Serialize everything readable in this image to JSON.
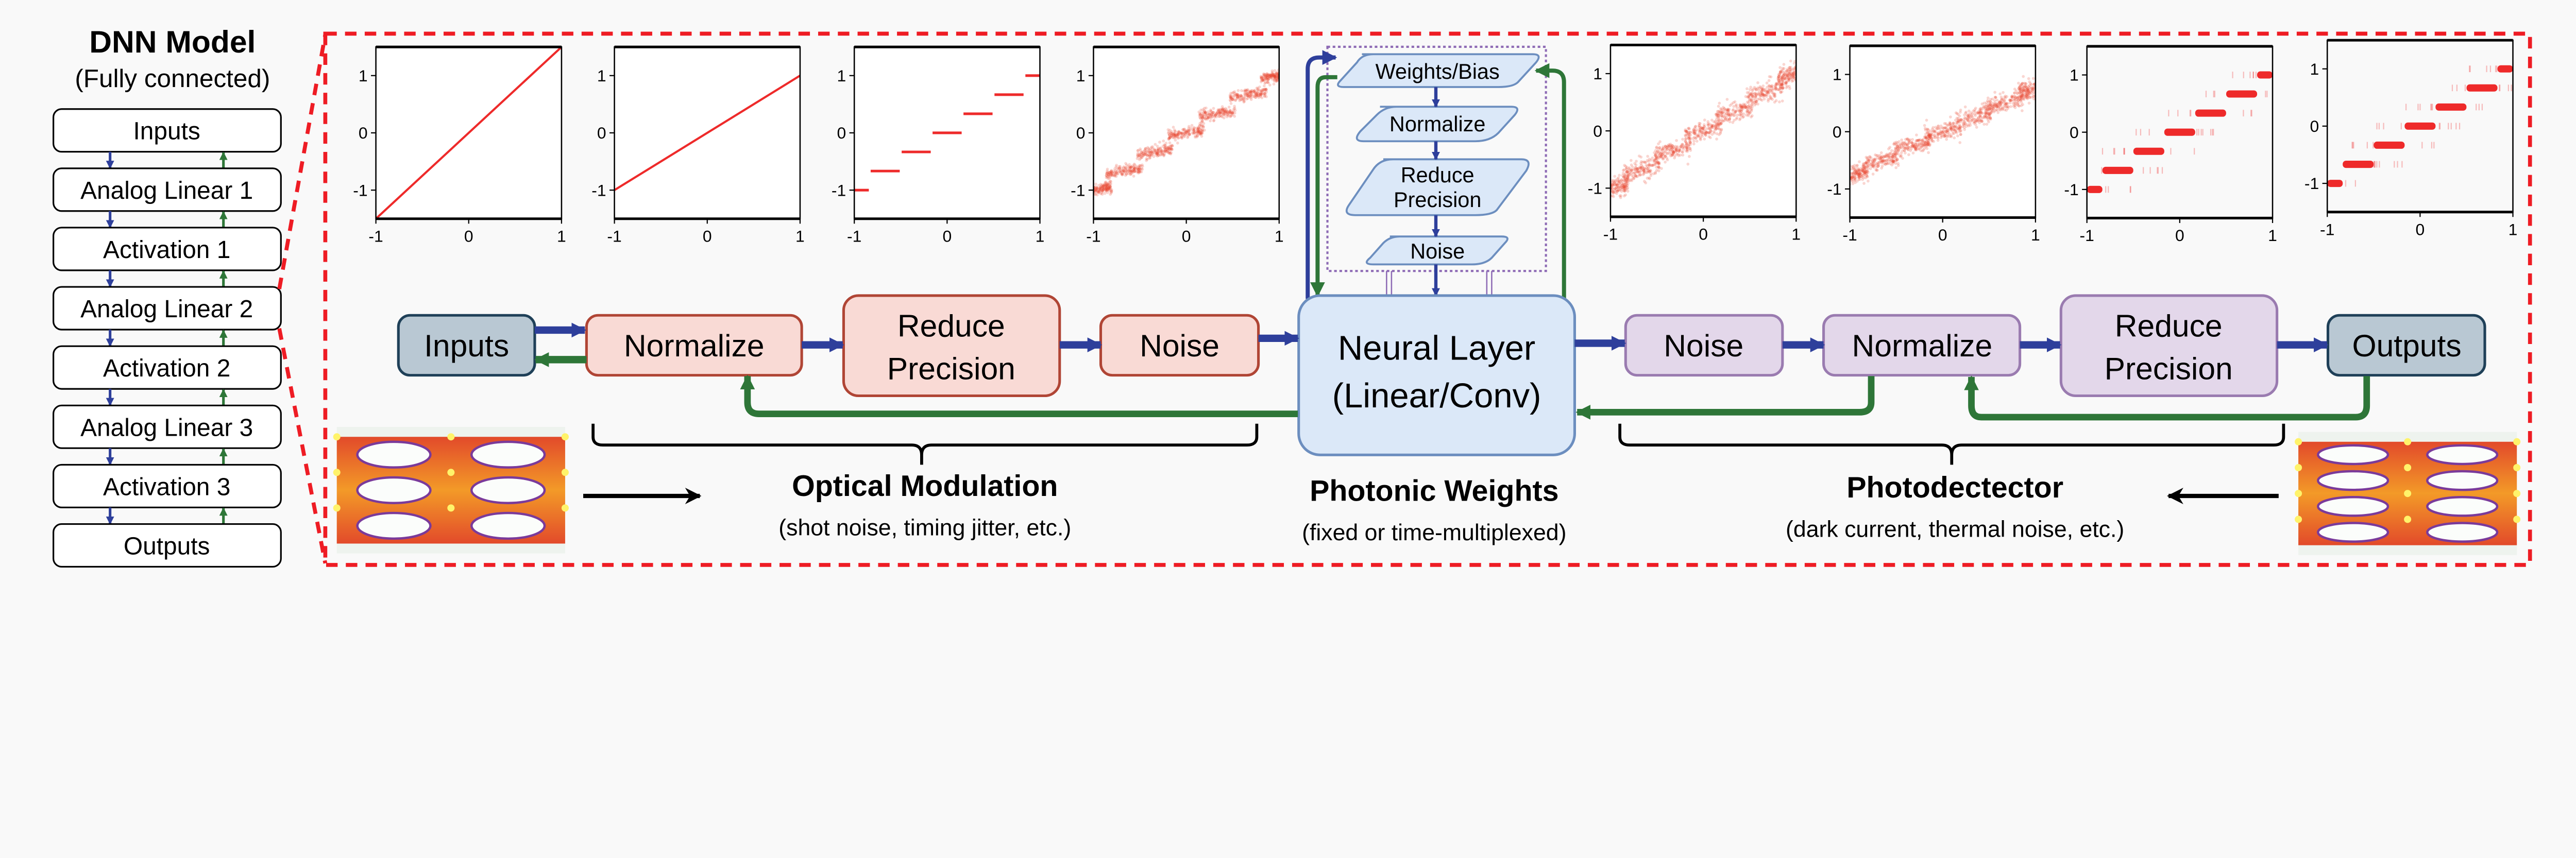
{
  "dnn_model": {
    "title": "DNN Model",
    "subtitle": "(Fully connected)",
    "layers": [
      "Inputs",
      "Analog Linear 1",
      "Activation 1",
      "Analog Linear 2",
      "Activation 2",
      "Analog Linear 3",
      "Activation 3",
      "Outputs"
    ]
  },
  "pipeline": {
    "inputs": "Inputs",
    "mod_normalize": "Normalize",
    "mod_reduce": [
      "Reduce",
      "Precision"
    ],
    "mod_noise": "Noise",
    "neural_layer": [
      "Neural Layer",
      "(Linear/Conv)"
    ],
    "pd_noise": "Noise",
    "pd_normalize": "Normalize",
    "pd_reduce": [
      "Reduce",
      "Precision"
    ],
    "outputs": "Outputs"
  },
  "weights_block": {
    "weights_bias": "Weights/Bias",
    "normalize": "Normalize",
    "reduce": [
      "Reduce",
      "Precision"
    ],
    "noise": "Noise"
  },
  "sections": [
    {
      "title": "Optical Modulation",
      "subtitle": "(shot noise, timing jitter, etc.)"
    },
    {
      "title": "Photonic Weights",
      "subtitle": "(fixed or time-multiplexed)"
    },
    {
      "title": "Photodectector",
      "subtitle": "(dark current, thermal noise, etc.)"
    }
  ],
  "colors": {
    "forward_arrow": "#2e3f9b",
    "backward_arrow": "#2e7638",
    "frame": "#ee1c24",
    "io_fill": "#b9c8d3",
    "io_border": "#1f4058",
    "modulation_fill": "#f9dad5",
    "modulation_border": "#b04535",
    "detector_fill": "#e3d7ea",
    "detector_border": "#9a7bb0",
    "neural_fill": "#dbe8f8",
    "neural_border": "#6c8ebf",
    "plot_marks": "#ee2a2a"
  },
  "chart_data": [
    {
      "type": "line",
      "xlim": [
        -1,
        1
      ],
      "ylim": [
        -1.5,
        1.5
      ],
      "xticks": [
        -1,
        0,
        1
      ],
      "yticks": [
        -1,
        0,
        1
      ],
      "x": [
        -1,
        1
      ],
      "y": [
        -1.5,
        1.5
      ]
    },
    {
      "type": "line",
      "xlim": [
        -1,
        1
      ],
      "ylim": [
        -1.5,
        1.5
      ],
      "xticks": [
        -1,
        0,
        1
      ],
      "yticks": [
        -1,
        0,
        1
      ],
      "x": [
        -1,
        1
      ],
      "y": [
        -1,
        1
      ]
    },
    {
      "type": "step",
      "xlim": [
        -1,
        1
      ],
      "ylim": [
        -1.5,
        1.5
      ],
      "xticks": [
        -1,
        0,
        1
      ],
      "yticks": [
        -1,
        0,
        1
      ],
      "levels": [
        -1,
        -0.667,
        -0.333,
        0,
        0.333,
        0.667,
        1
      ]
    },
    {
      "type": "scatter",
      "xlim": [
        -1,
        1
      ],
      "ylim": [
        -1.5,
        1.5
      ],
      "xticks": [
        -1,
        0,
        1
      ],
      "yticks": [
        -1,
        0,
        1
      ],
      "levels": [
        -1,
        -0.667,
        -0.333,
        0,
        0.333,
        0.667,
        1
      ],
      "gain": 1,
      "noise_std": 0.05
    },
    {
      "type": "scatter",
      "xlim": [
        -1,
        1
      ],
      "ylim": [
        -1.5,
        1.5
      ],
      "xticks": [
        -1,
        0,
        1
      ],
      "yticks": [
        -1,
        0,
        1
      ],
      "levels": [
        -1,
        -0.667,
        -0.333,
        0,
        0.333,
        0.667,
        1
      ],
      "gain": 1,
      "noise_std": 0.09
    },
    {
      "type": "scatter",
      "xlim": [
        -1,
        1
      ],
      "ylim": [
        -1.5,
        1.5
      ],
      "xticks": [
        -1,
        0,
        1
      ],
      "yticks": [
        -1,
        0,
        1
      ],
      "levels": [
        -1,
        -0.667,
        -0.333,
        0,
        0.333,
        0.667,
        1
      ],
      "gain": 0.75,
      "noise_std": 0.08
    },
    {
      "type": "step_scatter",
      "xlim": [
        -1,
        1
      ],
      "ylim": [
        -1.5,
        1.5
      ],
      "xticks": [
        -1,
        0,
        1
      ],
      "yticks": [
        -1,
        0,
        1
      ],
      "levels": [
        -1,
        -0.667,
        -0.333,
        0,
        0.333,
        0.667,
        1
      ]
    },
    {
      "type": "step_scatter",
      "xlim": [
        -1,
        1
      ],
      "ylim": [
        -1.5,
        1.5
      ],
      "xticks": [
        -1,
        0,
        1
      ],
      "yticks": [
        -1,
        0,
        1
      ],
      "levels": [
        -1,
        -0.667,
        -0.333,
        0,
        0.333,
        0.667,
        1
      ]
    }
  ]
}
